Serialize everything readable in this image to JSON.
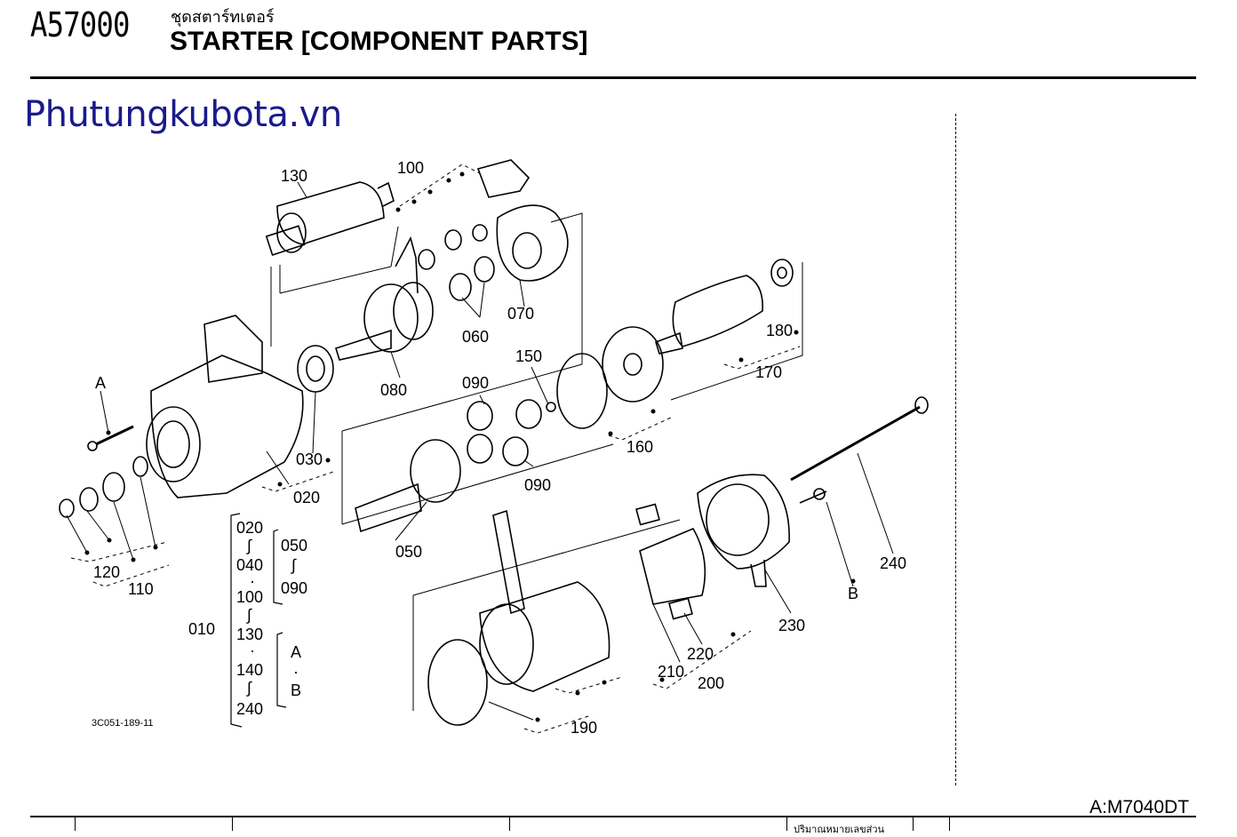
{
  "header": {
    "code": "A57000",
    "thai_title": "ชุดสตาร์ทเตอร์",
    "title": "STARTER [COMPONENT PARTS]"
  },
  "watermark": "Phutungkubota.vn",
  "diagram": {
    "labels": {
      "p130": "130",
      "p100": "100",
      "p070": "070",
      "p060": "060",
      "p080": "080",
      "p180": "180",
      "p170": "170",
      "p150": "150",
      "p090a": "090",
      "p090b": "090",
      "p160": "160",
      "p030": "030",
      "p020": "020",
      "pA": "A",
      "p120": "120",
      "p110": "110",
      "p050": "050",
      "p240": "240",
      "pB": "B",
      "p230": "230",
      "p220": "220",
      "p210": "210",
      "p200": "200",
      "p190": "190"
    },
    "bracket": {
      "b020": "020",
      "b040": "040",
      "b050": "050",
      "b090": "090",
      "b100": "100",
      "b010": "010",
      "b130": "130",
      "b140": "140",
      "b240": "240",
      "bA": "A",
      "bB": "B"
    },
    "ref_code": "3C051-189-11"
  },
  "footer": {
    "model": "A:M7040DT",
    "table_text": "ปริมาณหมายเลขส่วน"
  }
}
